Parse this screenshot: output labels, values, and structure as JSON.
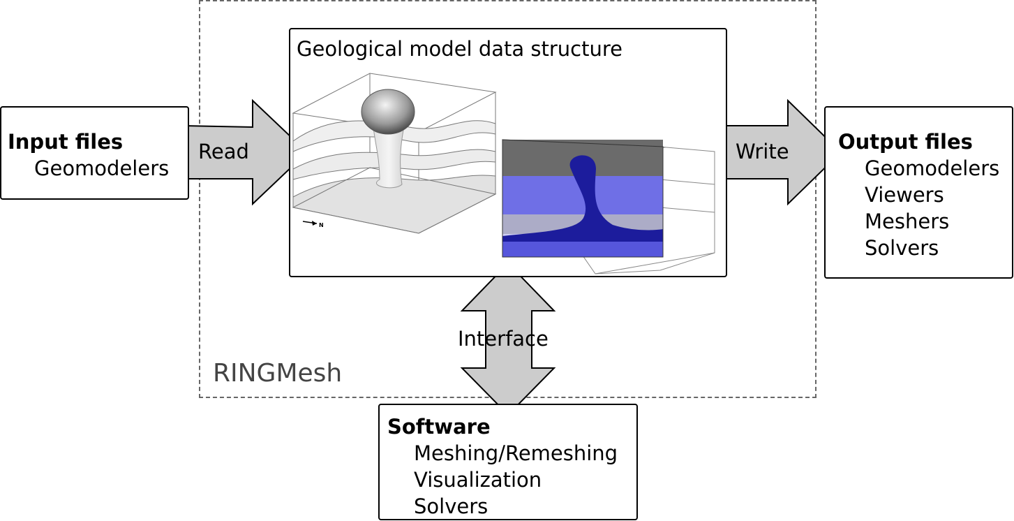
{
  "framework": {
    "label": "RINGMesh"
  },
  "model": {
    "title": "Geological model data structure",
    "compass_label": "N"
  },
  "input": {
    "title": "Input files",
    "items": [
      "Geomodelers"
    ]
  },
  "output": {
    "title": "Output files",
    "items": [
      "Geomodelers",
      "Viewers",
      "Meshers",
      "Solvers"
    ]
  },
  "software": {
    "title": "Software",
    "items": [
      "Meshing/Remeshing",
      "Visualization",
      "Solvers"
    ]
  },
  "arrows": {
    "read": "Read",
    "write": "Write",
    "interface": "Interface"
  },
  "colors": {
    "arrow_fill": "#cccccc",
    "frame_dash": "#666666",
    "mesh_gray": "#6b6b6b",
    "mesh_blue": "#6f6fe6",
    "mesh_light": "#c9c9f0",
    "mesh_dark": "#1c1c9c"
  }
}
